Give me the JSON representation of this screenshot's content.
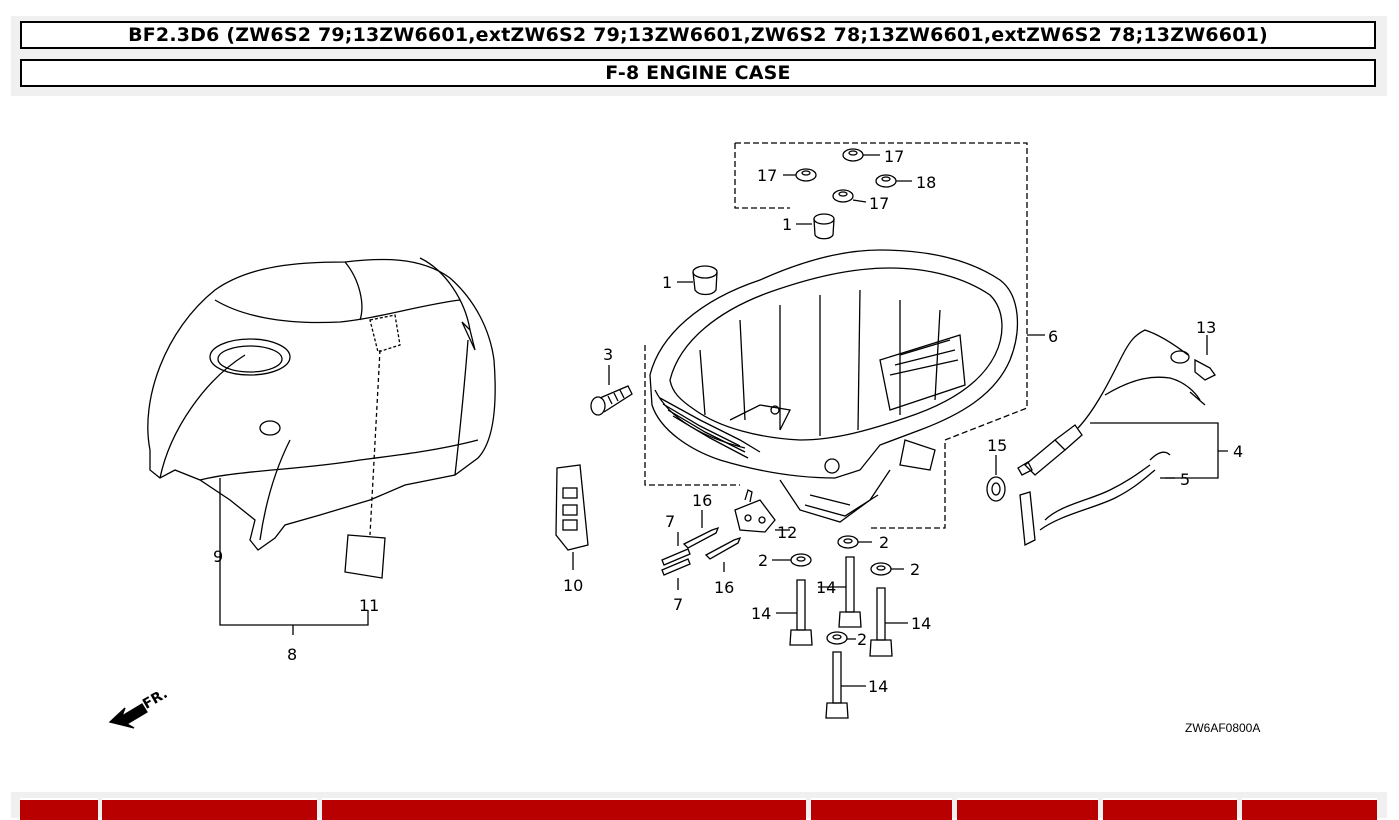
{
  "header": {
    "model_title": "BF2.3D6 (ZW6S2 79;13ZW6601,extZW6S2 79;13ZW6601,ZW6S2 78;13ZW6601,extZW6S2 78;13ZW6601)",
    "section_title": "F-8 ENGINE CASE"
  },
  "diagram": {
    "callouts": {
      "c1a": "1",
      "c1b": "1",
      "c2a": "2",
      "c2b": "2",
      "c2c": "2",
      "c2d": "2",
      "c3": "3",
      "c4": "4",
      "c5": "5",
      "c6": "6",
      "c7a": "7",
      "c7b": "7",
      "c8": "8",
      "c9": "9",
      "c10": "10",
      "c11": "11",
      "c12": "12",
      "c13": "13",
      "c14a": "14",
      "c14b": "14",
      "c14c": "14",
      "c14d": "14",
      "c15": "15",
      "c16a": "16",
      "c16b": "16",
      "c17a": "17",
      "c17b": "17",
      "c17c": "17",
      "c18": "18"
    },
    "front_marker": "FR.",
    "drawing_code": "ZW6AF0800A"
  },
  "footer": {
    "accent_color": "#b80000"
  }
}
